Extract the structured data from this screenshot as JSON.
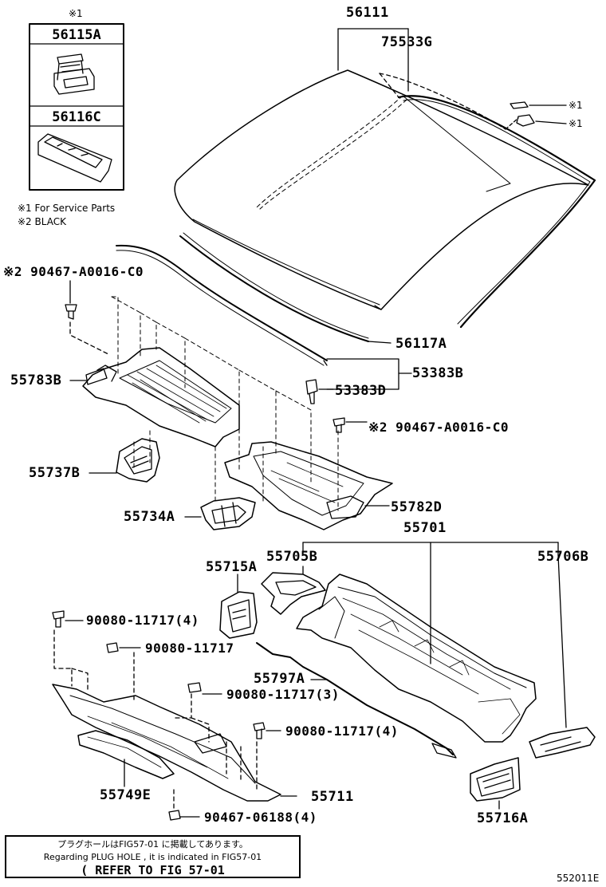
{
  "inset": {
    "mark": "※1",
    "part_a": "56115A",
    "part_b": "56116C"
  },
  "notes": {
    "service_parts": "※1 For Service Parts",
    "black": "※2 BLACK"
  },
  "callouts": {
    "p56111": "56111",
    "p75533G": "75533G",
    "m1a": "※1",
    "m1b": "※1",
    "p90467_top": "※2 90467-A0016-C0",
    "p56117A": "56117A",
    "p53383B": "53383B",
    "p53383D": "53383D",
    "p55783B": "55783B",
    "p90467_mid": "※2 90467-A0016-C0",
    "p55737B": "55737B",
    "p55734A": "55734A",
    "p55782D": "55782D",
    "p55701": "55701",
    "p55705B": "55705B",
    "p55715A": "55715A",
    "p55706B": "55706B",
    "p90080_4a": "90080-11717(4)",
    "p90080_1": "90080-11717",
    "p55797A": "55797A",
    "p90080_3": "90080-11717(3)",
    "p90080_4b": "90080-11717(4)",
    "p55749E": "55749E",
    "p55711": "55711",
    "p90467_06188": "90467-06188(4)",
    "p55716A": "55716A"
  },
  "plug_note": {
    "line_ja": "プラグホールはFIG57-01 に掲載してあります。",
    "line_en": "Regarding PLUG HOLE , it is indicated in FIG57-01",
    "line_ref": "( REFER TO FIG 57-01"
  },
  "figure_id": "552011E"
}
